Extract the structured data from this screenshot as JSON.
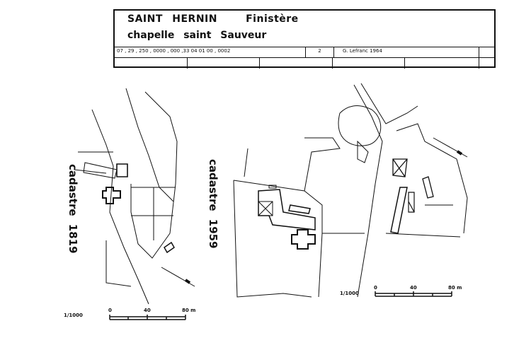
{
  "cartouche": {
    "commune": "SAINT HERNIN",
    "departement": "Finistère",
    "edifice": "chapelle saint Sauveur",
    "code": "07 , 29 , 250 , 0000 , 000 ,33 04 01  00 , 0002",
    "sheet": "2",
    "author": "G. Lefranc  1964"
  },
  "maps": [
    {
      "label": "cadastre 1819",
      "scale": "1/1000",
      "ticks": [
        "0",
        "40",
        "80 m"
      ]
    },
    {
      "label": "cadastre 1959",
      "scale": "1/1000",
      "ticks": [
        "0",
        "40",
        "80 m"
      ]
    }
  ]
}
